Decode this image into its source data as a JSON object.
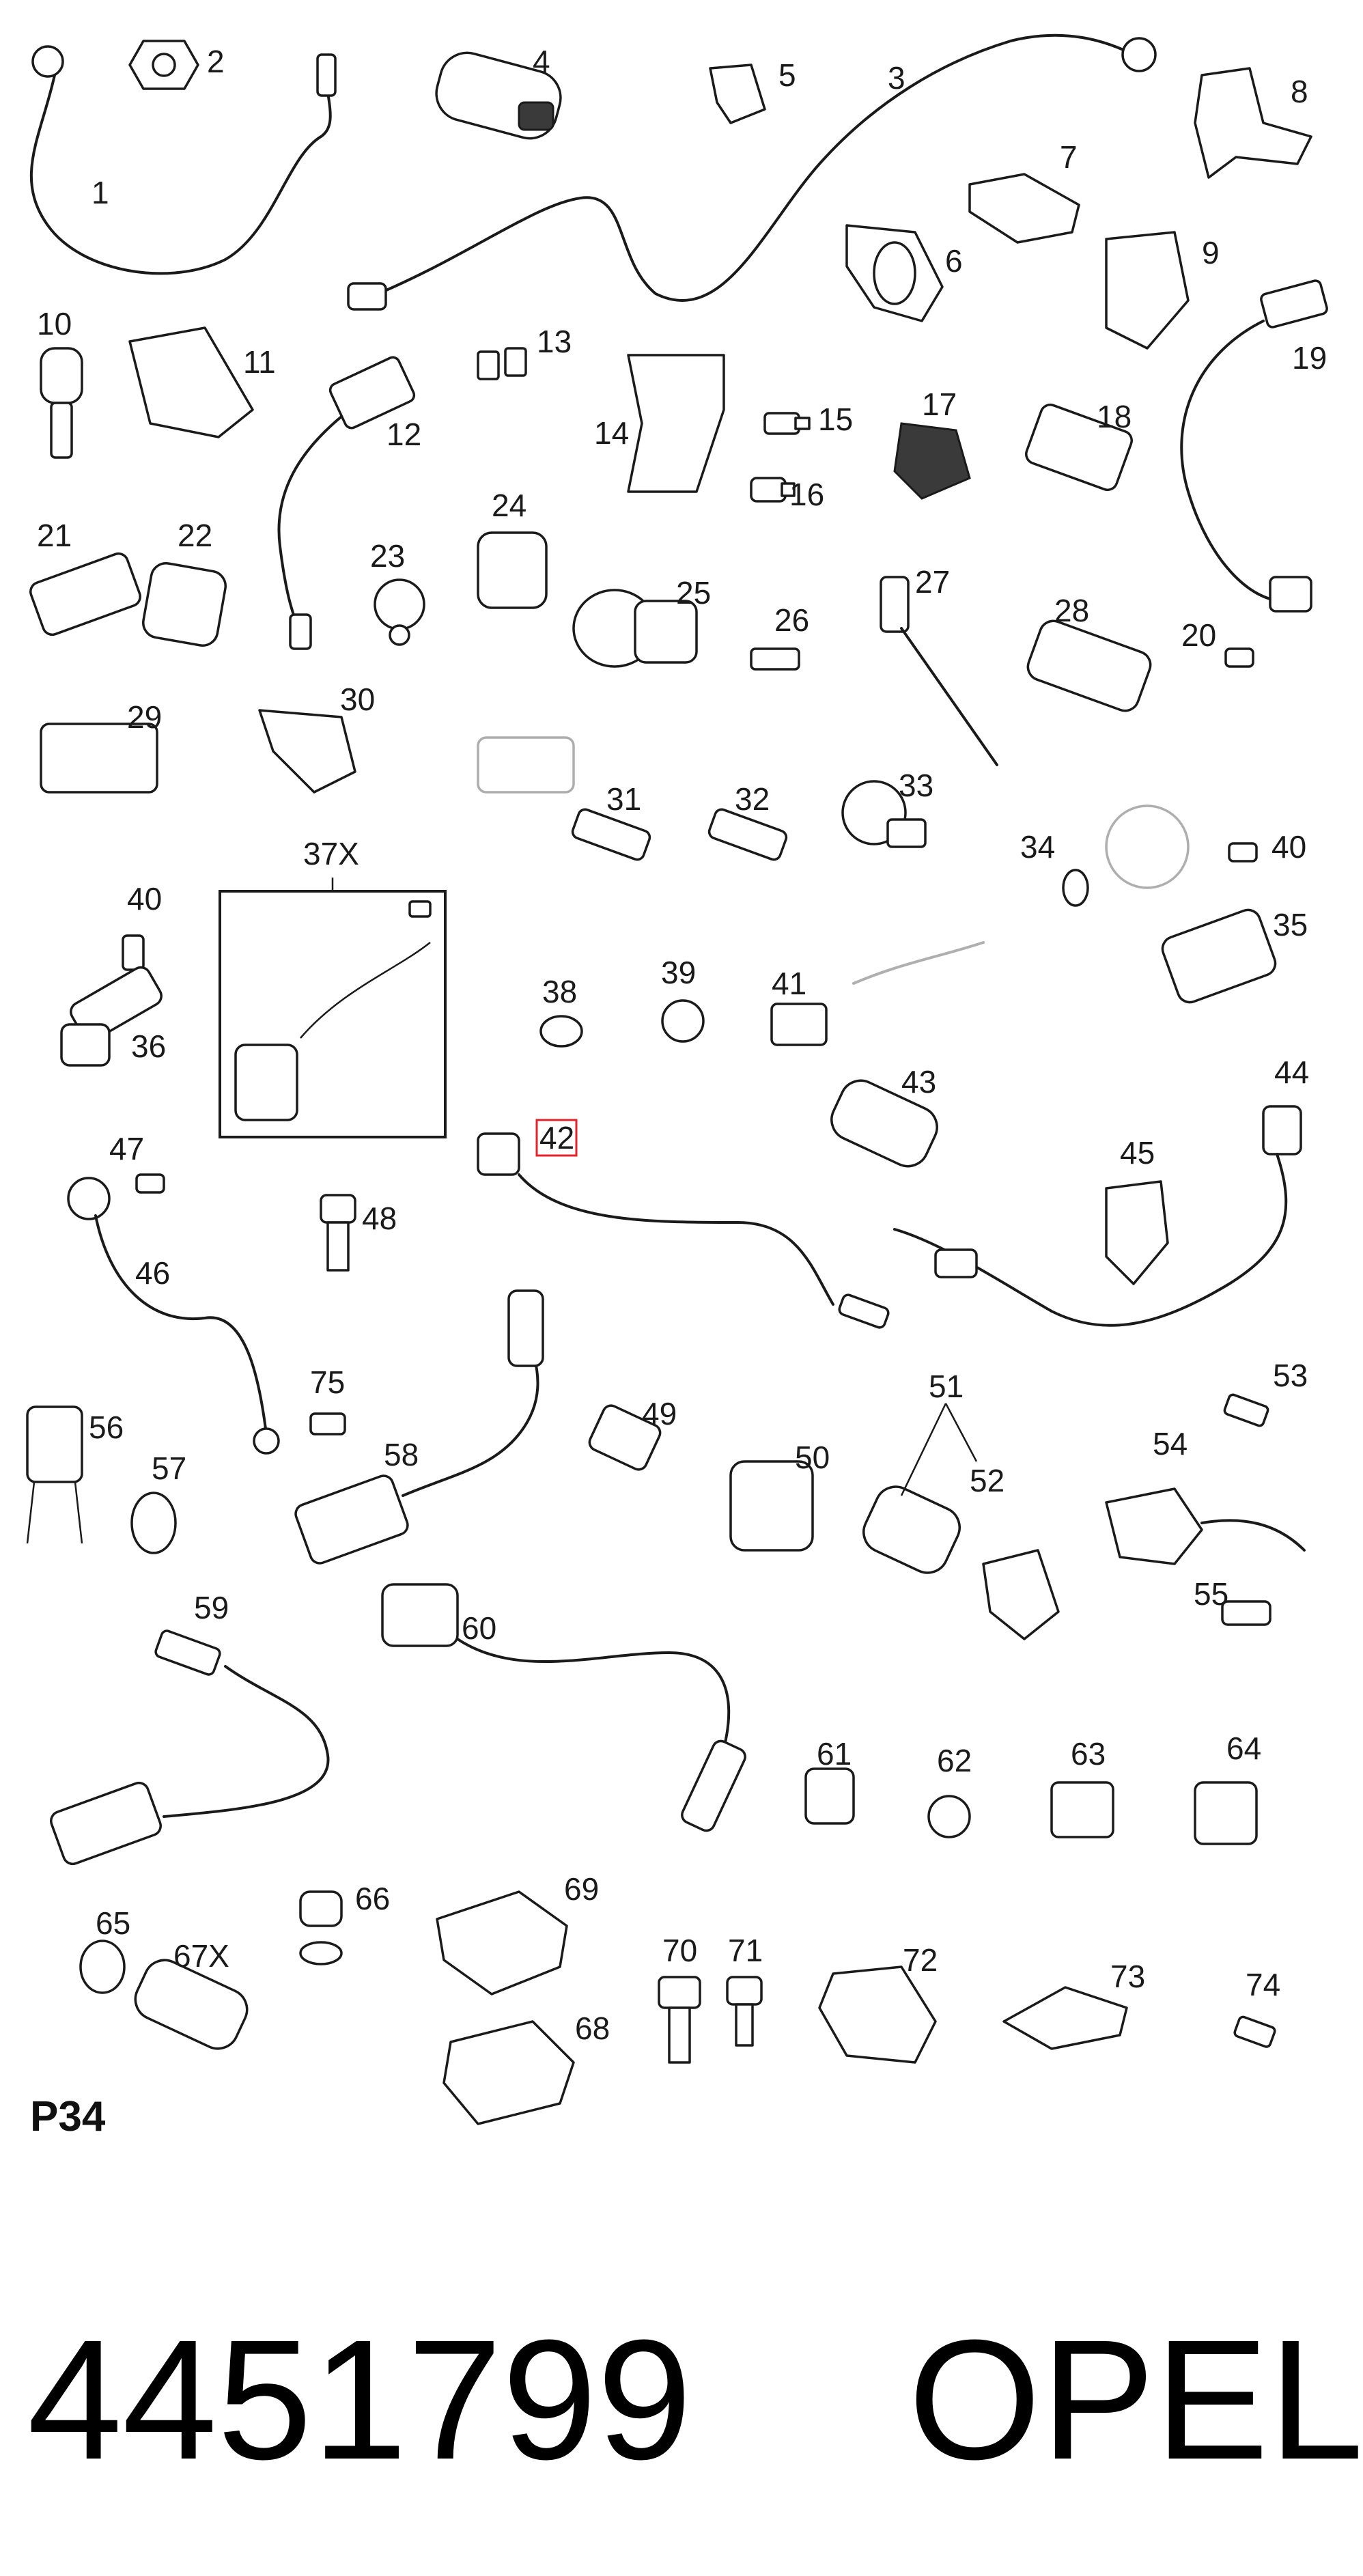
{
  "section_code": "P34",
  "part_number": "4451799",
  "brand": "OPEL",
  "highlighted_callout": "42",
  "colors": {
    "highlight": "#e0242b",
    "ink": "#1a1a1a"
  },
  "callouts": [
    "1",
    "2",
    "3",
    "4",
    "5",
    "6",
    "7",
    "8",
    "9",
    "10",
    "11",
    "12",
    "13",
    "14",
    "15",
    "16",
    "17",
    "18",
    "19",
    "20",
    "21",
    "22",
    "23",
    "24",
    "25",
    "26",
    "27",
    "28",
    "29",
    "30",
    "31",
    "32",
    "33",
    "34",
    "35",
    "36",
    "37X",
    "38",
    "39",
    "40",
    "40",
    "41",
    "43",
    "44",
    "45",
    "46",
    "47",
    "48",
    "49",
    "50",
    "51",
    "52",
    "53",
    "54",
    "55",
    "56",
    "57",
    "58",
    "59",
    "60",
    "61",
    "62",
    "63",
    "64",
    "65",
    "66",
    "67X",
    "68",
    "69",
    "70",
    "71",
    "72",
    "73",
    "74",
    "75"
  ]
}
